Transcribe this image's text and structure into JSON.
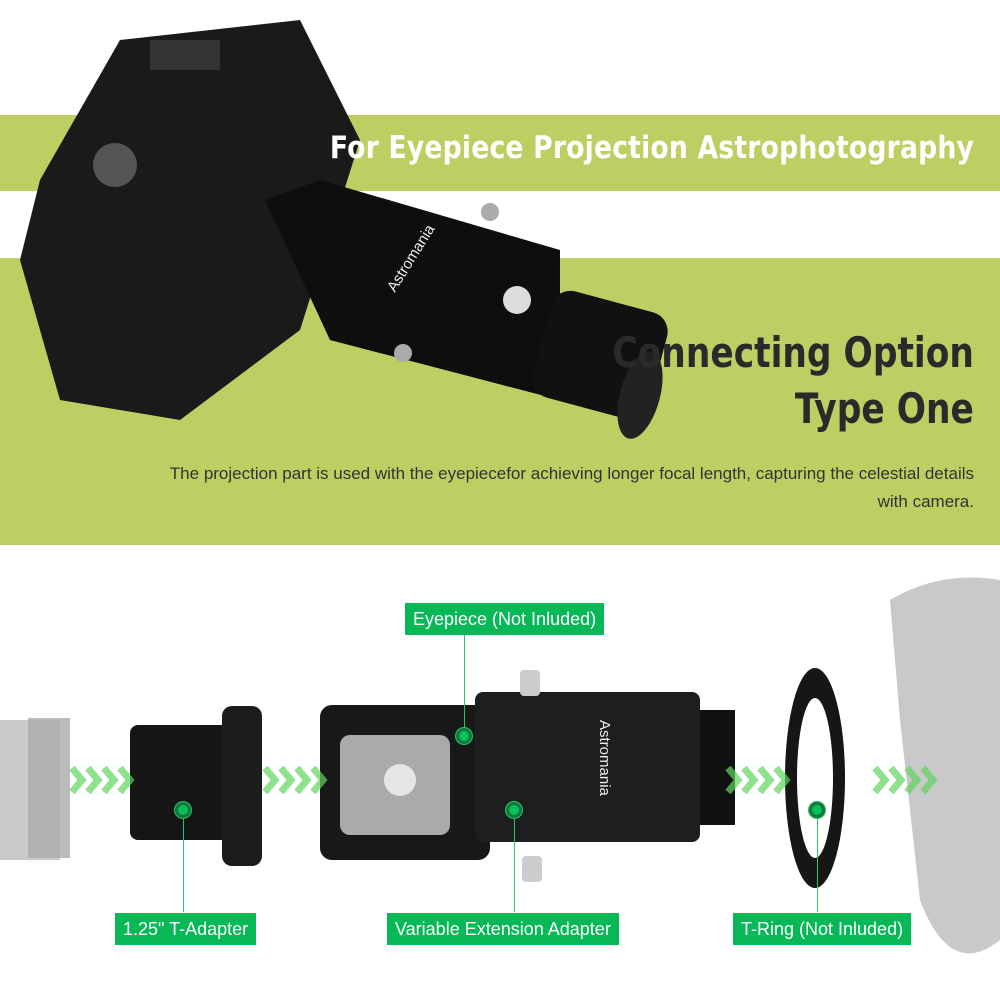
{
  "banner": {
    "headline": "For Eyepiece Projection Astrophotography",
    "title_line1": "Connecting Option",
    "title_line2": "Type One",
    "description": "The projection part is used with the eyepiecefor achieving longer focal length, capturing the celestial details with camera."
  },
  "product": {
    "brand_logo": "Astromania"
  },
  "callouts": [
    {
      "label": "Eyepiece (Not Inluded)"
    },
    {
      "label": "1.25\" T-Adapter"
    },
    {
      "label": "Variable Extension Adapter"
    },
    {
      "label": "T-Ring (Not Inluded)"
    }
  ],
  "colors": {
    "band": "#bccf63",
    "label": "#07b857",
    "arrow": "#5fd35f"
  }
}
